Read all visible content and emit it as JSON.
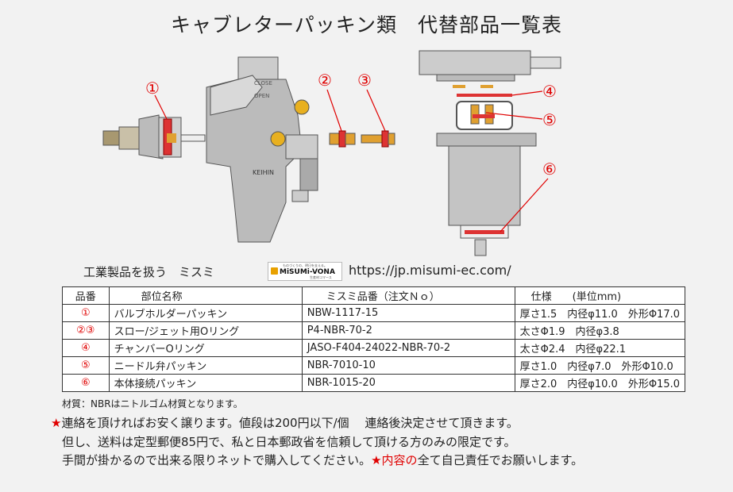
{
  "title": "キャブレターパッキン類　代替部品一覧表",
  "diagram": {
    "labels": [
      "①",
      "②",
      "③",
      "④",
      "⑤",
      "⑥"
    ],
    "close_text": "CLOSE",
    "open_text": "OPEN",
    "brand_text": "KEIHIN"
  },
  "maker": {
    "label": "工業製品を扱う　ミスミ",
    "logo_tagline": "ものづくりの、明日を支える。",
    "logo_name": "MiSUMi-VONA",
    "logo_sub": "生産材コマース",
    "url": "https://jp.misumi-ec.com/"
  },
  "table": {
    "headers": [
      "品番",
      "部位名称",
      "ミスミ品番（注文Ｎｏ）",
      "仕様　　(単位mm)"
    ],
    "rows": [
      {
        "num": "①",
        "name": "バルブホルダーパッキン",
        "code": "NBW-1117-15",
        "spec": "厚さ1.5　内径φ11.0　外形Φ17.0"
      },
      {
        "num": "②③",
        "name": "スロー/ジェット用Oリング",
        "code": "P4-NBR-70-2",
        "spec": "太さΦ1.9　内径φ3.8"
      },
      {
        "num": "④",
        "name": "チャンバーOリング",
        "code": "JASO-F404-24022-NBR-70-2",
        "spec": "太さΦ2.4　内径φ22.1"
      },
      {
        "num": "⑤",
        "name": "ニードル弁パッキン",
        "code": "NBR-7010-10",
        "spec": "厚さ1.0　内径φ7.0　外形Φ10.0"
      },
      {
        "num": "⑥",
        "name": "本体接続パッキン",
        "code": "NBR-1015-20",
        "spec": "厚さ2.0　内径φ10.0　外形Φ15.0"
      }
    ]
  },
  "material_note": "材質：NBRはニトルゴム材質となります。",
  "notes": {
    "star": "★",
    "line1": "連絡を頂ければお安く譲ります。値段は200円以下/個　 連絡後決定させて頂きます。",
    "line2": "但し、送料は定型郵便85円で、私と日本郵政省を信頼して頂ける方のみの限定です。",
    "line3_a": "手間が掛かるので出来る限りネットで購入してください。",
    "line3_red": "★内容の",
    "line3_b": "全て自己責任でお願いします。"
  },
  "colors": {
    "accent_red": "#e00000",
    "brass": "#e0a030"
  }
}
